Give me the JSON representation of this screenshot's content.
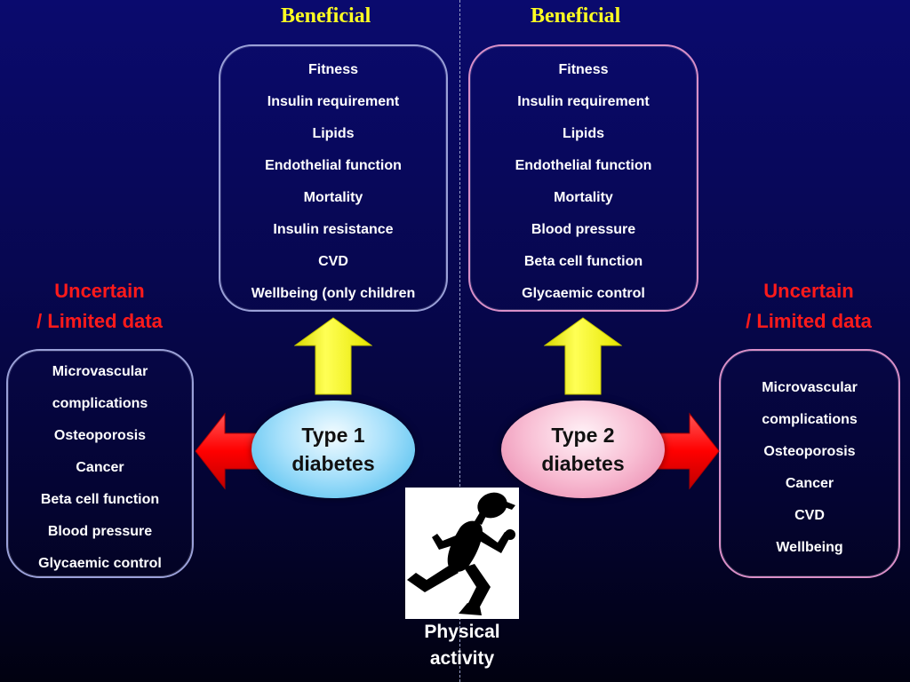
{
  "left": {
    "heading": "Beneficial",
    "beneficial_items": [
      "Fitness",
      "Insulin requirement",
      "Lipids",
      "Endothelial function",
      "Mortality",
      "Insulin resistance",
      "CVD",
      "Wellbeing (only children"
    ],
    "uncertain_line1": "Uncertain",
    "uncertain_line2": "/ Limited data",
    "uncertain_items": [
      "Microvascular",
      "complications",
      "Osteoporosis",
      "Cancer",
      "Beta cell function",
      "Blood pressure",
      "Glycaemic control"
    ],
    "diabetes_line1": "Type 1",
    "diabetes_line2": "diabetes"
  },
  "right": {
    "heading": "Beneficial",
    "beneficial_items": [
      "Fitness",
      "Insulin requirement",
      "Lipids",
      "Endothelial function",
      "Mortality",
      "Blood pressure",
      "Beta cell function",
      "Glycaemic control"
    ],
    "uncertain_line1": "Uncertain",
    "uncertain_line2": "/ Limited data",
    "uncertain_items": [
      "Microvascular",
      "complications",
      "Osteoporosis",
      "Cancer",
      "CVD",
      "Wellbeing"
    ],
    "diabetes_line1": "Type 2",
    "diabetes_line2": "diabetes"
  },
  "center": {
    "caption_line1": "Physical",
    "caption_line2": "activity",
    "icon": "running-person-icon"
  },
  "colors": {
    "heading": "#ffff22",
    "uncertain": "#ff1a1a",
    "up_arrow": "#ffff00",
    "side_arrow": "#ff0000",
    "type1": "#a9e1fb",
    "type2": "#f8bdd3"
  }
}
